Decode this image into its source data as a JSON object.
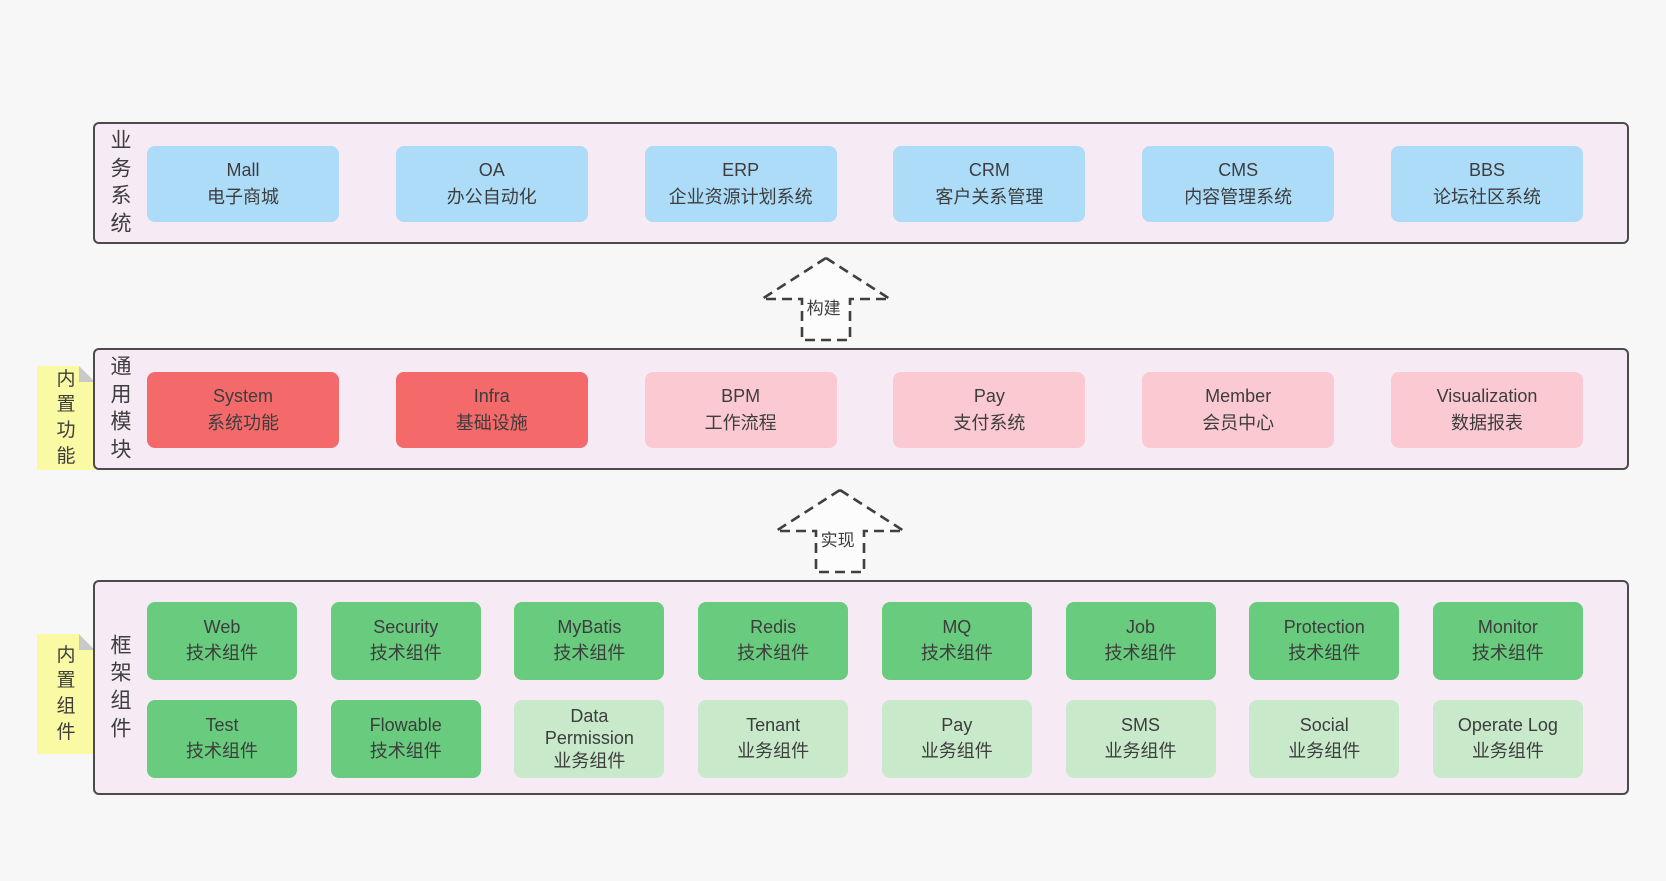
{
  "colors": {
    "bg": "#f8f7f8",
    "panel": "#f6ebf4",
    "border": "#4b4b4b",
    "text": "#3d3d3d",
    "blue": "#addcf9",
    "red": "#f4696a",
    "pink": "#fbc9d2",
    "green": "#68cb7d",
    "lightgreen": "#c9e9cb",
    "note": "#fafaa5",
    "fold": "#c9c9c9",
    "arrowFill": "#fcfcfc",
    "arrowStroke": "#3f3f3f"
  },
  "arrows": [
    {
      "label": "构建"
    },
    {
      "label": "实现"
    }
  ],
  "layers": [
    {
      "label": "业务系统",
      "rows": [
        [
          {
            "title": "Mall",
            "subtitle": "电子商城",
            "color": "blue"
          },
          {
            "title": "OA",
            "subtitle": "办公自动化",
            "color": "blue"
          },
          {
            "title": "ERP",
            "subtitle": "企业资源计划系统",
            "color": "blue"
          },
          {
            "title": "CRM",
            "subtitle": "客户关系管理",
            "color": "blue"
          },
          {
            "title": "CMS",
            "subtitle": "内容管理系统",
            "color": "blue"
          },
          {
            "title": "BBS",
            "subtitle": "论坛社区系统",
            "color": "blue"
          }
        ]
      ]
    },
    {
      "label": "通用模块",
      "note": "内置功能",
      "rows": [
        [
          {
            "title": "System",
            "subtitle": "系统功能",
            "color": "red"
          },
          {
            "title": "Infra",
            "subtitle": "基础设施",
            "color": "red"
          },
          {
            "title": "BPM",
            "subtitle": "工作流程",
            "color": "pink"
          },
          {
            "title": "Pay",
            "subtitle": "支付系统",
            "color": "pink"
          },
          {
            "title": "Member",
            "subtitle": "会员中心",
            "color": "pink"
          },
          {
            "title": "Visualization",
            "subtitle": "数据报表",
            "color": "pink"
          }
        ]
      ]
    },
    {
      "label": "框架组件",
      "note": "内置组件",
      "rows": [
        [
          {
            "title": "Web",
            "subtitle": "技术组件",
            "color": "green"
          },
          {
            "title": "Security",
            "subtitle": "技术组件",
            "color": "green"
          },
          {
            "title": "MyBatis",
            "subtitle": "技术组件",
            "color": "green"
          },
          {
            "title": "Redis",
            "subtitle": "技术组件",
            "color": "green"
          },
          {
            "title": "MQ",
            "subtitle": "技术组件",
            "color": "green"
          },
          {
            "title": "Job",
            "subtitle": "技术组件",
            "color": "green"
          },
          {
            "title": "Protection",
            "subtitle": "技术组件",
            "color": "green"
          },
          {
            "title": "Monitor",
            "subtitle": "技术组件",
            "color": "green"
          }
        ],
        [
          {
            "title": "Test",
            "subtitle": "技术组件",
            "color": "green"
          },
          {
            "title": "Flowable",
            "subtitle": "技术组件",
            "color": "green"
          },
          {
            "title": "Data Permission",
            "subtitle": "业务组件",
            "color": "lightgreen"
          },
          {
            "title": "Tenant",
            "subtitle": "业务组件",
            "color": "lightgreen"
          },
          {
            "title": "Pay",
            "subtitle": "业务组件",
            "color": "lightgreen"
          },
          {
            "title": "SMS",
            "subtitle": "业务组件",
            "color": "lightgreen"
          },
          {
            "title": "Social",
            "subtitle": "业务组件",
            "color": "lightgreen"
          },
          {
            "title": "Operate Log",
            "subtitle": "业务组件",
            "color": "lightgreen"
          }
        ]
      ]
    }
  ]
}
